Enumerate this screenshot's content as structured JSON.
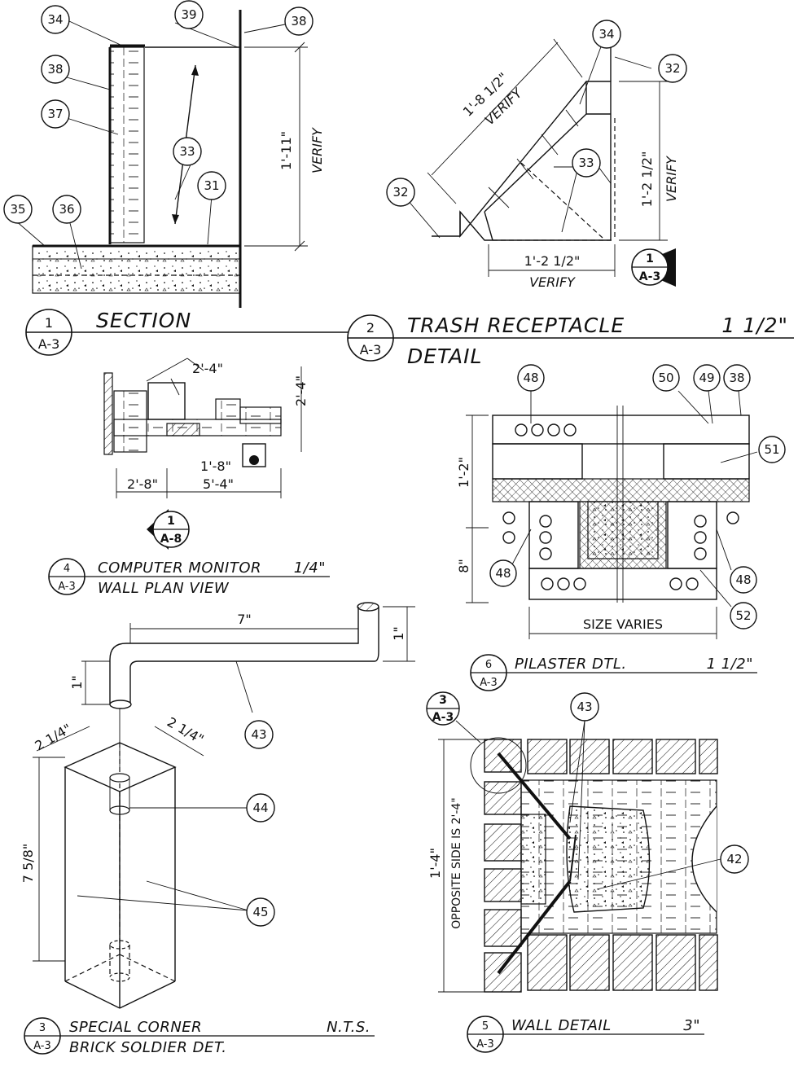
{
  "callouts": {
    "c34": "34",
    "c39": "39",
    "c38": "38",
    "c37": "37",
    "c33": "33",
    "c31": "31",
    "c35": "35",
    "c36": "36",
    "c32": "32",
    "c48": "48",
    "c50": "50",
    "c49": "49",
    "c51": "51",
    "c52": "52",
    "c43": "43",
    "c44": "44",
    "c45": "45",
    "c42": "42"
  },
  "dims": {
    "s1_height": "1'-11\"",
    "s1_verify": "VERIFY",
    "s2_diag": "1'-8 1/2\"",
    "s2_diag_verify": "VERIFY",
    "s2_vert": "1'-2 1/2\"",
    "s2_vert_verify": "VERIFY",
    "s2_horiz": "1'-2 1/2\"",
    "s2_horiz_verify": "VERIFY",
    "s4_top": "2'-4\"",
    "s4_right": "2'-4\"",
    "s4_mid": "1'-8\"",
    "s4_left": "2'-8\"",
    "s4_bottom": "5'-4\"",
    "s6_upper": "1'-2\"",
    "s6_lower": "8\"",
    "s6_size": "SIZE VARIES",
    "s3_pin_len": "7\"",
    "s3_pin_hook": "1\"",
    "s3_pin_leg": "1\"",
    "s3_w1": "2 1/4\"",
    "s3_w2": "2 1/4\"",
    "s3_h": "7 5/8\"",
    "s5_h": "1'-4\"",
    "s5_note": "OPPOSITE SIDE IS 2'-4\""
  },
  "tags": {
    "sec2_num": "1",
    "sec2_sheet": "A-3",
    "sec4_num": "1",
    "sec4_sheet": "A-8",
    "sec5_num": "3",
    "sec5_sheet": "A-3"
  },
  "titles": {
    "t1": {
      "num": "1",
      "sheet": "A-3",
      "line1": "SECTION",
      "line2": "",
      "scale": ""
    },
    "t2": {
      "num": "2",
      "sheet": "A-3",
      "line1": "TRASH RECEPTACLE",
      "line2": "DETAIL",
      "scale": "1 1/2\""
    },
    "t4": {
      "num": "4",
      "sheet": "A-3",
      "line1": "COMPUTER MONITOR",
      "line2": "WALL PLAN VIEW",
      "scale": "1/4\""
    },
    "t6": {
      "num": "6",
      "sheet": "A-3",
      "line1": "PILASTER DTL.",
      "line2": "",
      "scale": "1 1/2\""
    },
    "t3": {
      "num": "3",
      "sheet": "A-3",
      "line1": "SPECIAL CORNER",
      "line2": "BRICK SOLDIER DET.",
      "scale": "N.T.S."
    },
    "t5": {
      "num": "5",
      "sheet": "A-3",
      "line1": "WALL DETAIL",
      "line2": "",
      "scale": "3\""
    }
  }
}
